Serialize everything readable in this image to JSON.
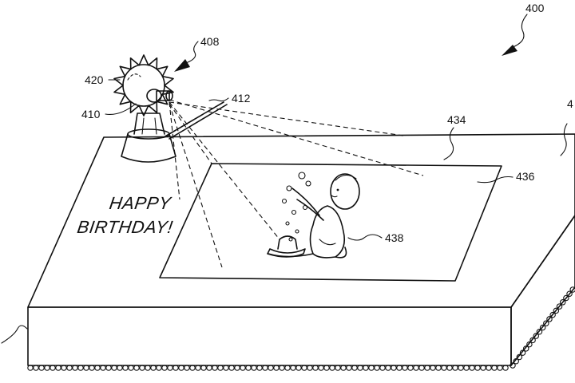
{
  "figure": {
    "cake_inscription_line1": "HAPPY",
    "cake_inscription_line2": "BIRTHDAY!",
    "labels": {
      "figure_ref": "400",
      "projector_assembly": "408",
      "projector_lens": "410",
      "projection_beam": "412",
      "sun_body": "420",
      "cake_top": "434",
      "projected_image_area": "436",
      "projected_character": "438",
      "cut_right_edge": "4"
    }
  }
}
